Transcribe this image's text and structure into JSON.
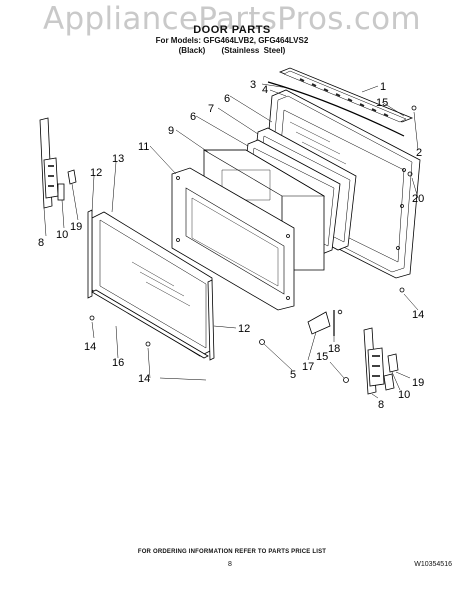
{
  "watermark": "AppliancePartsPros.com",
  "header": {
    "title": "DOOR PARTS",
    "models": "For Models: GFG464LVB2, GFG464LVS2",
    "variant_black": "(Black)",
    "variant_stainless": "(Stainless Steel)"
  },
  "callouts": [
    "1",
    "2",
    "3",
    "4",
    "5",
    "6",
    "7",
    "8",
    "9",
    "10",
    "11",
    "12",
    "13",
    "14",
    "15",
    "16",
    "17",
    "18",
    "19",
    "20"
  ],
  "footer": {
    "note": "FOR ORDERING INFORMATION REFER TO PARTS PRICE LIST",
    "page_number": "8",
    "doc_number": "W10354516"
  }
}
